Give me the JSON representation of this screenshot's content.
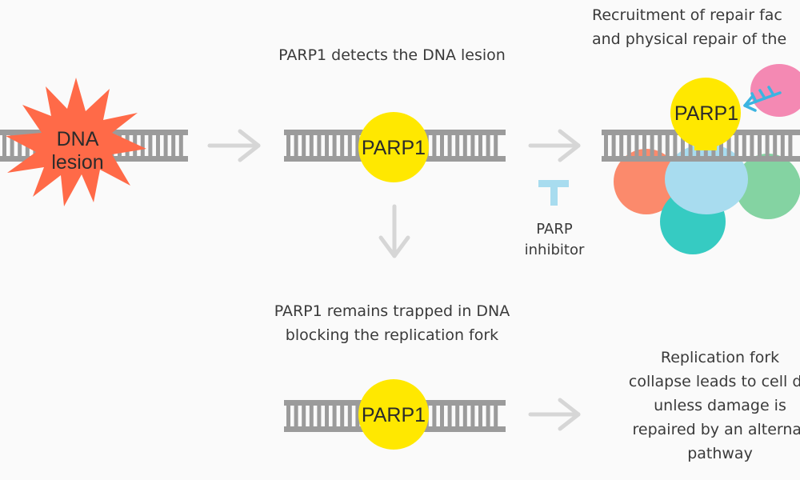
{
  "lesion": {
    "line1": "DNA",
    "line2": "lesion"
  },
  "step_detect": {
    "caption": "PARP1 detects the DNA lesion",
    "protein_label": "PARP1"
  },
  "step_repair": {
    "caption_line1": "Recruitment of repair fac",
    "caption_line2": "and physical repair of the",
    "protein_label": "PARP1"
  },
  "inhibitor": {
    "line1": "PARP",
    "line2": "inhibitor"
  },
  "step_trapped": {
    "caption_line1": "PARP1 remains trapped in DNA",
    "caption_line2": "blocking the replication fork",
    "protein_label": "PARP1"
  },
  "outcome": {
    "lines": [
      "Replication fork",
      "collapse leads to cell de",
      "unless damage is",
      "repaired by an alternat",
      "pathway"
    ]
  },
  "colors": {
    "dna": "#9b9b9b",
    "parp1": "#ffe800",
    "lesion": "#ff6a48",
    "arrow": "#d6d6d6",
    "inhibitor": "#a8dcef",
    "factor_orange": "#fb8a6c",
    "factor_blue": "#a8dcef",
    "factor_green": "#84d3a2",
    "factor_teal": "#36cbc2",
    "factor_pink": "#f489b3",
    "adp_ribose": "#3bb4e1"
  }
}
